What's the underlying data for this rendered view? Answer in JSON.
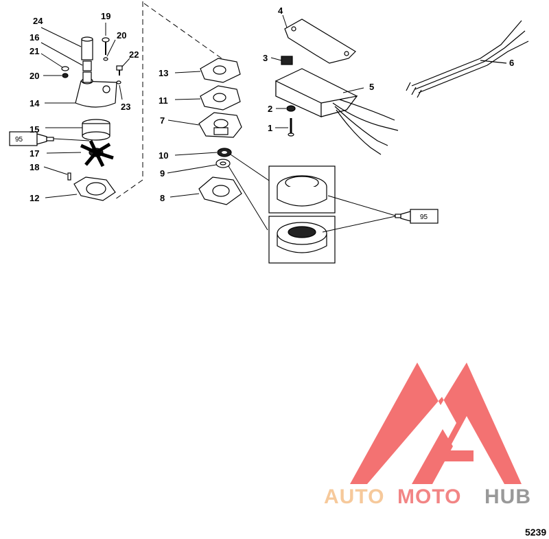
{
  "callouts": {
    "c1": "1",
    "c2": "2",
    "c3": "3",
    "c4": "4",
    "c5": "5",
    "c6": "6",
    "c7": "7",
    "c8": "8",
    "c9": "9",
    "c10": "10",
    "c11": "11",
    "c12": "12",
    "c13": "13",
    "c14": "14",
    "c15": "15",
    "c16": "16",
    "c17": "17",
    "c18": "18",
    "c19": "19",
    "c20a": "20",
    "c20b": "20",
    "c21": "21",
    "c22": "22",
    "c23": "23",
    "c24": "24"
  },
  "sealant": {
    "left": "95",
    "right": "95"
  },
  "watermark": {
    "part1": "AUTO",
    "part2": "MOTO",
    "part3": "HUB",
    "color1": "#f5c08a",
    "color2": "#f07070",
    "color3": "#888888",
    "triangle_color": "#f25a5a"
  },
  "figure_number": "5239"
}
